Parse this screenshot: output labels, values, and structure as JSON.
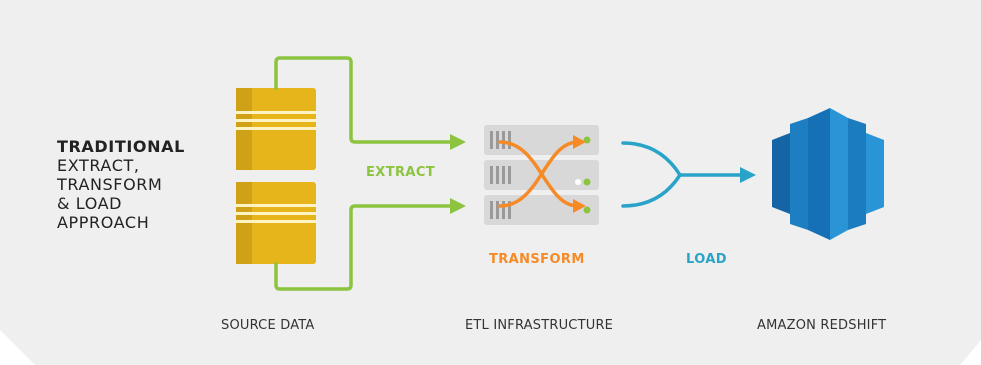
{
  "title": {
    "strong": "TRADITIONAL",
    "lines": [
      "EXTRACT,",
      "TRANSFORM",
      "& LOAD",
      "APPROACH"
    ]
  },
  "steps": {
    "extract": "EXTRACT",
    "transform": "TRANSFORM",
    "load": "LOAD"
  },
  "captions": {
    "source": "SOURCE DATA",
    "etl": "ETL INFRASTRUCTURE",
    "redshift": "AMAZON REDSHIFT"
  },
  "colors": {
    "panel": "#efefef",
    "extract_green": "#8cc43f",
    "transform_orange": "#f58a26",
    "load_blue": "#29a3c8",
    "source_yellow": "#e6b41b",
    "server_gray": "#d8d8d8",
    "redshift_blue": "#1a7fc4"
  },
  "icons": {
    "source": "database-stack-icon",
    "etl": "server-rack-icon",
    "redshift": "amazon-redshift-icon"
  }
}
